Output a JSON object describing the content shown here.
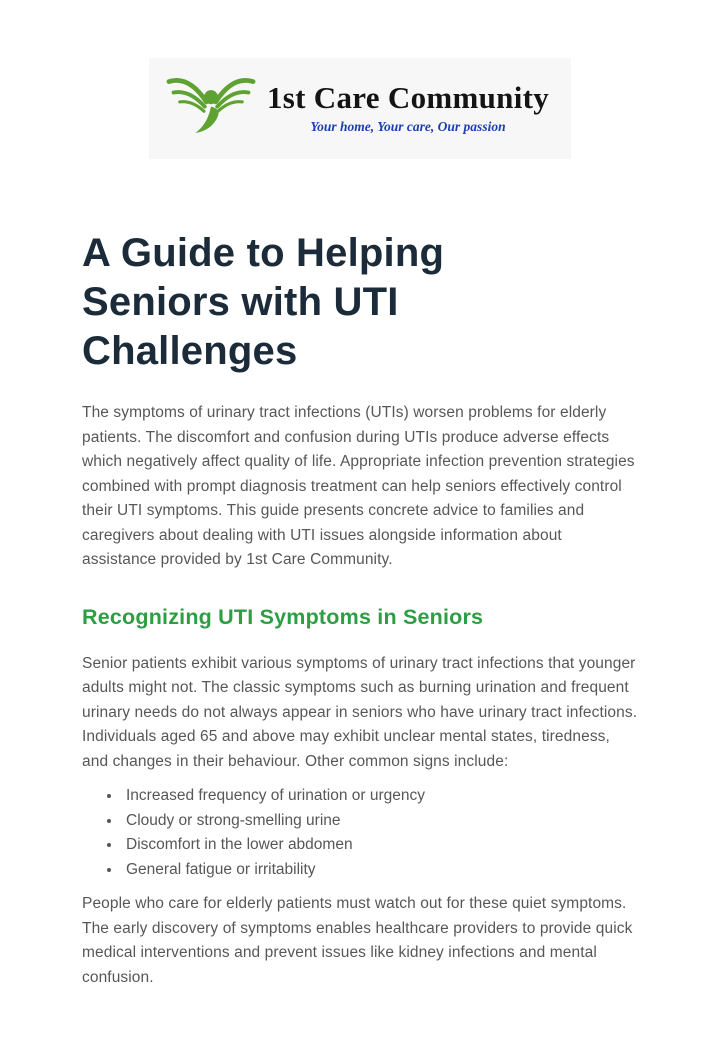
{
  "logo": {
    "brand": "1st Care Community",
    "tagline": "Your home, Your care, Our passion",
    "icon": "angel-wings-logo",
    "colors": {
      "logo_green": "#5ea232",
      "tagline_blue": "#1d3fae"
    }
  },
  "article": {
    "title": "A Guide to Helping Seniors with UTI Challenges",
    "intro": "The symptoms of urinary tract infections (UTIs) worsen problems for elderly patients. The discomfort and confusion during UTIs produce adverse effects which negatively affect quality of life. Appropriate infection prevention strategies combined with prompt diagnosis treatment can help seniors effectively control their UTI symptoms. This guide presents concrete advice to families and caregivers about dealing with UTI issues alongside information about assistance provided by 1st Care Community.",
    "section1": {
      "heading": "Recognizing UTI Symptoms in Seniors",
      "body": "Senior patients exhibit various symptoms of urinary tract infections that younger adults might not. The classic symptoms such as burning urination and frequent urinary needs do not always appear in seniors who have urinary tract infections. Individuals aged 65 and above may exhibit unclear mental states, tiredness, and changes in their behaviour. Other common signs include:",
      "bullets": [
        "Increased frequency of urination or urgency",
        "Cloudy or strong-smelling urine",
        "Discomfort in the lower abdomen",
        "General fatigue or irritability"
      ],
      "outro": "People who care for elderly patients must watch out for these quiet symptoms. The early discovery of symptoms enables healthcare providers to provide quick medical interventions and prevent issues like kidney infections and mental confusion."
    }
  },
  "colors": {
    "title": "#1c2b39",
    "body_text": "#575757",
    "section_heading_green": "#2e9e44",
    "page_background": "#ffffff",
    "logo_background": "#f7f7f7"
  }
}
